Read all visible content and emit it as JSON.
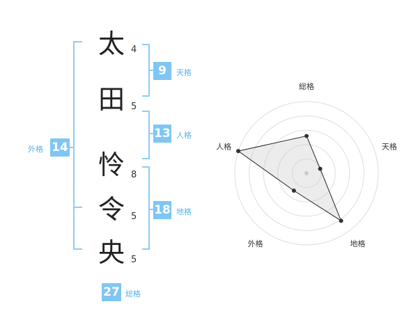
{
  "name_chars": [
    {
      "char": "太",
      "strokes": "4"
    },
    {
      "char": "田",
      "strokes": "5"
    },
    {
      "char": "怜",
      "strokes": "8"
    },
    {
      "char": "令",
      "strokes": "5"
    },
    {
      "char": "央",
      "strokes": "5"
    }
  ],
  "kaku": {
    "tenkaku": {
      "label": "天格",
      "value": "9"
    },
    "jinkaku": {
      "label": "人格",
      "value": "13"
    },
    "chikaku": {
      "label": "地格",
      "value": "18"
    },
    "gaikaku": {
      "label": "外格",
      "value": "14"
    },
    "soukaku": {
      "label": "総格",
      "value": "27"
    }
  },
  "colors": {
    "accent": "#7fc6f4",
    "label": "#57b2e8",
    "bracket": "#8ccdf4"
  },
  "chart_data": {
    "type": "radar",
    "axes": [
      "総格",
      "天格",
      "地格",
      "外格",
      "人格"
    ],
    "values": [
      2.6,
      1.0,
      4.1,
      1.5,
      5.0
    ],
    "range": [
      0,
      5
    ],
    "rings": 5
  }
}
